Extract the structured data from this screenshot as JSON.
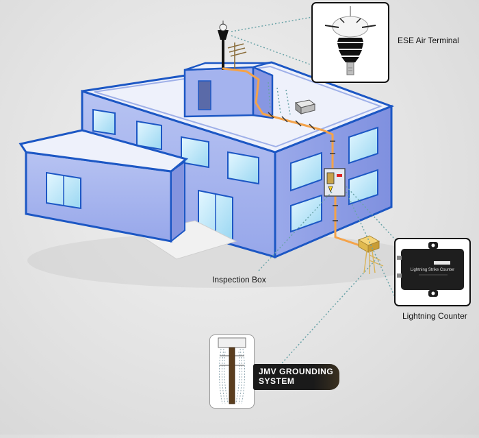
{
  "diagram": {
    "labels": {
      "ese_air_terminal": "ESE Air Terminal",
      "inspection_box": "Inspection Box",
      "lightning_counter": "Lightning Counter",
      "grounding_system_line1": "JMV GROUNDING",
      "grounding_system_line2": "SYSTEM",
      "counter_device_text": "Lightning Strike Counter"
    },
    "colors": {
      "building_front": "#a9b6ee",
      "building_side": "#8e9de6",
      "building_roof": "#eef1fb",
      "building_outline": "#1c57c4",
      "window": "#c6ecfb",
      "down_conductor": "#f4a34a",
      "leader_line": "#6aa3a8",
      "counter_device": "#1e1e1e",
      "grounding_badge": "#161616"
    }
  }
}
